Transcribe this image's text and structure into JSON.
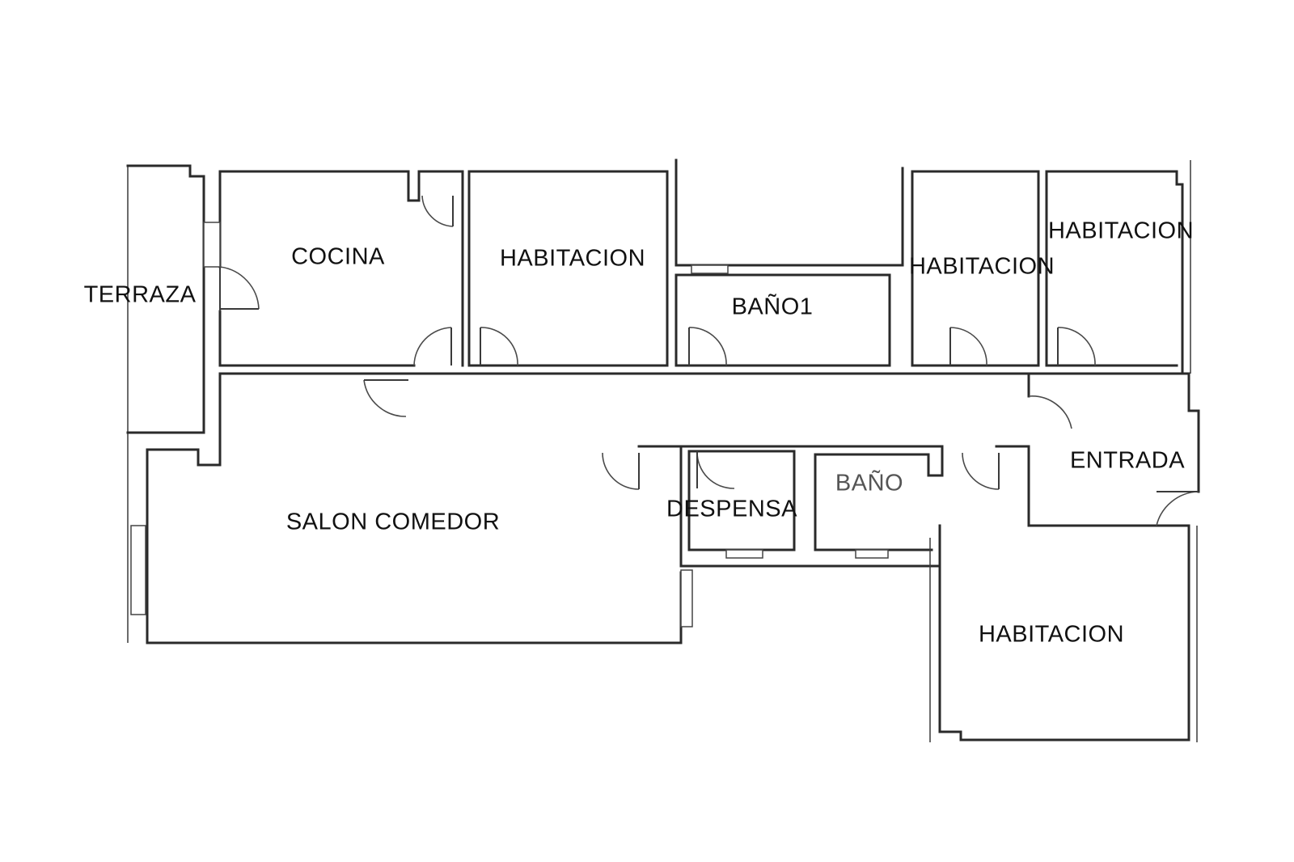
{
  "rooms": {
    "terraza": "TERRAZA",
    "cocina": "COCINA",
    "habitacion_1": "HABITACION",
    "bano1": "BAÑO1",
    "habitacion_2": "HABITACION",
    "habitacion_3": "HABITACION",
    "entrada": "ENTRADA",
    "bano": "BAÑO",
    "despensa": "DESPENSA",
    "salon_comedor": "SALON COMEDOR",
    "habitacion_4": "HABITACION"
  },
  "colors": {
    "wall": "#2a2a2a",
    "background": "#ffffff"
  }
}
